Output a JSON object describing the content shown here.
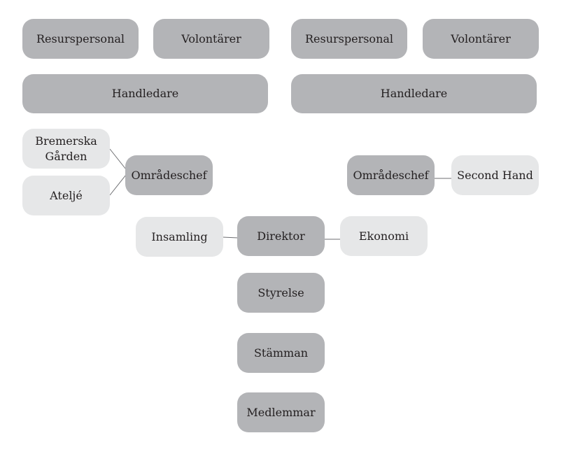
{
  "colors": {
    "dark_box": "#b3b4b7",
    "light_box": "#e6e7e8",
    "text": "#231f20",
    "connector": "#6d6e71"
  },
  "nodes": {
    "left_resurspersonal": "Resurspersonal",
    "left_volontarer": "Volontärer",
    "right_resurspersonal": "Resurspersonal",
    "right_volontarer": "Volontärer",
    "left_handledare": "Handledare",
    "right_handledare": "Handledare",
    "bremerska_garden": "Bremerska\nGården",
    "atelje": "Ateljé",
    "left_omradeschef": "Områdeschef",
    "right_omradeschef": "Områdeschef",
    "second_hand": "Second Hand",
    "insamling": "Insamling",
    "direktor": "Direktor",
    "ekonomi": "Ekonomi",
    "styrelse": "Styrelse",
    "stamman": "Stämman",
    "medlemmar": "Medlemmar"
  }
}
